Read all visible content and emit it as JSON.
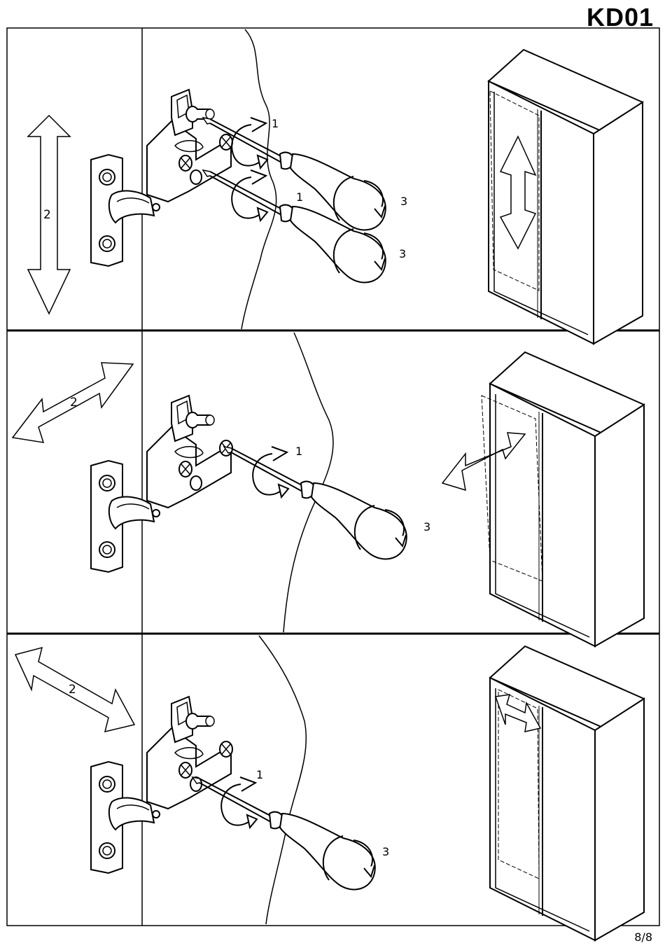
{
  "header": {
    "model_code": "KD01"
  },
  "panels": [
    {
      "id": "vertical-adjustment",
      "direction_label": "2",
      "screwdrivers": [
        {
          "turn_label": "1",
          "rotate_label": "3"
        },
        {
          "turn_label": "1",
          "rotate_label": "3"
        }
      ]
    },
    {
      "id": "depth-adjustment",
      "direction_label": "2",
      "screwdrivers": [
        {
          "turn_label": "1",
          "rotate_label": "3"
        }
      ]
    },
    {
      "id": "side-adjustment",
      "direction_label": "2",
      "screwdrivers": [
        {
          "turn_label": "1",
          "rotate_label": "3"
        }
      ]
    }
  ],
  "footer": {
    "page_number": "8/8"
  }
}
